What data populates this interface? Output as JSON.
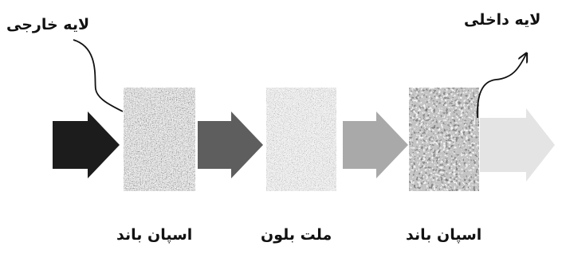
{
  "callouts": {
    "outer_layer": "لایه خارجی",
    "inner_layer": "لایه داخلی"
  },
  "layers": [
    {
      "label": "اسپان باند",
      "texture": "fine-noise"
    },
    {
      "label": "ملت بلون",
      "texture": "fine-noise-light"
    },
    {
      "label": "اسپان باند",
      "texture": "coarse-noise"
    }
  ],
  "arrows": [
    {
      "color": "#1c1c1c"
    },
    {
      "color": "#5e5e5e"
    },
    {
      "color": "#a9a9a9"
    },
    {
      "color": "#e4e4e4"
    }
  ]
}
